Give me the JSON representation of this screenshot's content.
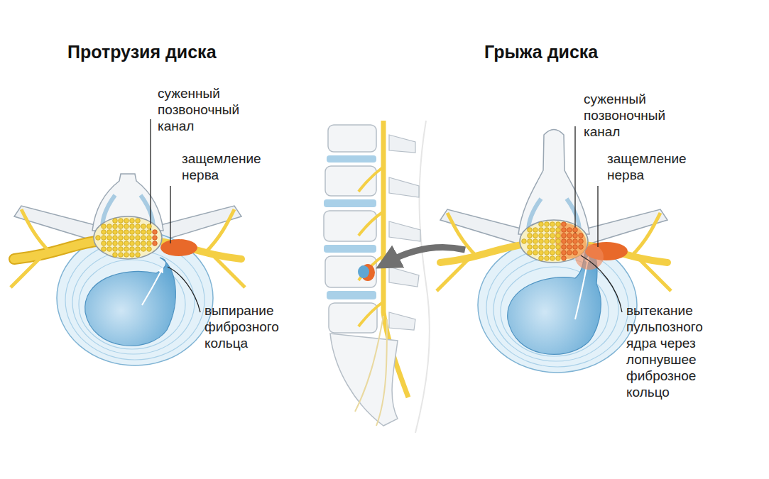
{
  "diagram": {
    "labels": [
      "Протрузия диска",
      "Грыжа диска",
      "суженный позвоночный канал",
      "защемление нерва",
      "выпирание фиброзного кольца",
      "суженный позвоночный канал",
      "защемление нерва",
      "вытекание пульпозного ядра через лопнувшее фиброзное кольцо"
    ]
  }
}
